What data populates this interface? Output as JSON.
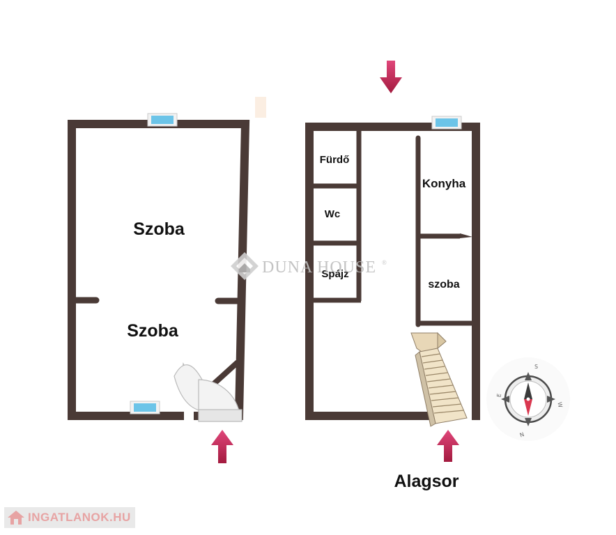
{
  "rooms": {
    "szoba_top": "Szoba",
    "szoba_bottom": "Szoba",
    "furdo": "Fürdő",
    "wc": "Wc",
    "spajz": "Spájz",
    "konyha": "Konyha",
    "szoba_right": "szoba"
  },
  "floor_label": "Alagsor",
  "watermark": "DUNA HOUSE",
  "watermark_mark": "®",
  "compass": {
    "south": "S",
    "east": "E",
    "west": "W",
    "north": "N"
  },
  "footer_logo": "INGATLANOK.HU",
  "colors": {
    "wall": "#4a3a36",
    "window_glass": "#6cc4e8",
    "arrow": "#c0294f",
    "stairs": "#e8d7b7",
    "footer_logo": "#e7a3a3"
  }
}
